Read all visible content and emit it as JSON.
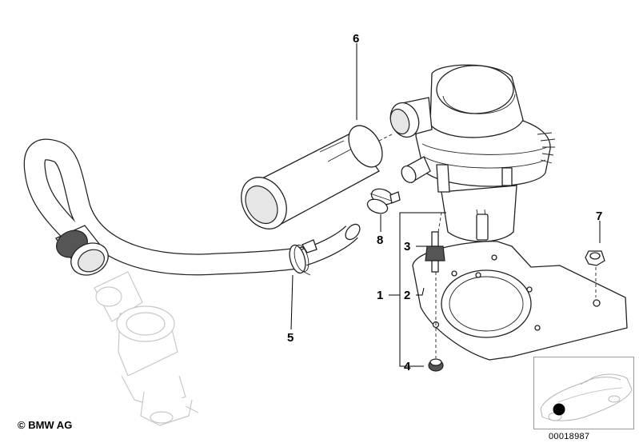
{
  "diagram": {
    "callouts": [
      "1",
      "2",
      "3",
      "4",
      "5",
      "6",
      "7",
      "8"
    ],
    "copyright": "© BMW AG",
    "reference_number": "00018987"
  }
}
